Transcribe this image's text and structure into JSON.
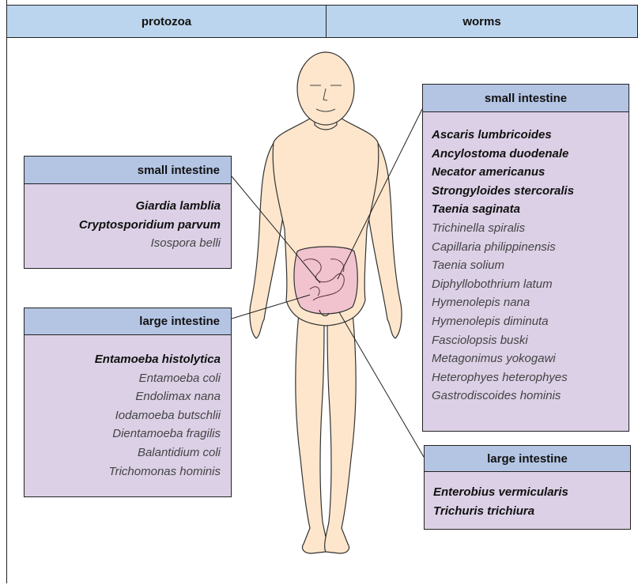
{
  "header": {
    "left": "protozoa",
    "right": "worms"
  },
  "protozoa": {
    "small_intestine": {
      "title": "small intestine",
      "items": [
        {
          "text": "Giardia lamblia",
          "bold": true
        },
        {
          "text": "Cryptosporidium parvum",
          "bold": true
        },
        {
          "text": "Isospora belli",
          "bold": false
        }
      ]
    },
    "large_intestine": {
      "title": "large intestine",
      "items": [
        {
          "text": "Entamoeba histolytica",
          "bold": true
        },
        {
          "text": "Entamoeba coli",
          "bold": false
        },
        {
          "text": "Endolimax nana",
          "bold": false
        },
        {
          "text": "Iodamoeba butschlii",
          "bold": false
        },
        {
          "text": "Dientamoeba fragilis",
          "bold": false
        },
        {
          "text": "Balantidium coli",
          "bold": false
        },
        {
          "text": "Trichomonas hominis",
          "bold": false
        }
      ]
    }
  },
  "worms": {
    "small_intestine": {
      "title": "small intestine",
      "items": [
        {
          "text": "Ascaris lumbricoides",
          "bold": true
        },
        {
          "text": "Ancylostoma duodenale",
          "bold": true
        },
        {
          "text": "Necator americanus",
          "bold": true
        },
        {
          "text": "Strongyloides stercoralis",
          "bold": true
        },
        {
          "text": "Taenia saginata",
          "bold": true
        },
        {
          "text": "Trichinella spiralis",
          "bold": false
        },
        {
          "text": "Capillaria philippinensis",
          "bold": false
        },
        {
          "text": "Taenia solium",
          "bold": false
        },
        {
          "text": "Diphyllobothrium latum",
          "bold": false
        },
        {
          "text": "Hymenolepis nana",
          "bold": false
        },
        {
          "text": "Hymenolepis diminuta",
          "bold": false
        },
        {
          "text": "Fasciolopsis buski",
          "bold": false
        },
        {
          "text": "Metagonimus yokogawi",
          "bold": false
        },
        {
          "text": "Heterophyes heterophyes",
          "bold": false
        },
        {
          "text": "Gastrodiscoides hominis",
          "bold": false
        }
      ]
    },
    "large_intestine": {
      "title": "large intestine",
      "items": [
        {
          "text": "Enterobius vermicularis",
          "bold": true
        },
        {
          "text": "Trichuris trichiura",
          "bold": true
        }
      ]
    }
  },
  "colors": {
    "header_bg": "#bcd5ee",
    "box_head_bg": "#b4c5e4",
    "box_body_bg": "#dcd0e6",
    "skin": "#fde6cc",
    "intestine": "#f0c3cf"
  }
}
